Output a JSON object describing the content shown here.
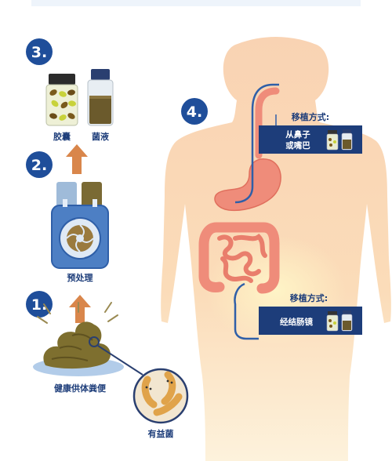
{
  "steps": {
    "s1": "1.",
    "s2": "2.",
    "s3": "3.",
    "s4": "4."
  },
  "labels": {
    "capsule": "胶囊",
    "liquid": "菌液",
    "pretreat": "预处理",
    "donor": "健康供体粪便",
    "bacteria": "有益菌"
  },
  "route_top": {
    "title": "移植方式:",
    "line1": "从鼻子",
    "line2": "或嘴巴"
  },
  "route_bottom": {
    "title": "移植方式:",
    "line1": "经结肠镜"
  },
  "colors": {
    "step_blue": "#1f4e9a",
    "arrow_orange": "#d9864b",
    "callout_navy": "#1d3d7a",
    "body_skin": "#f8d2b0",
    "organ": "#ef8c7a",
    "tube": "#2f5fa8"
  }
}
